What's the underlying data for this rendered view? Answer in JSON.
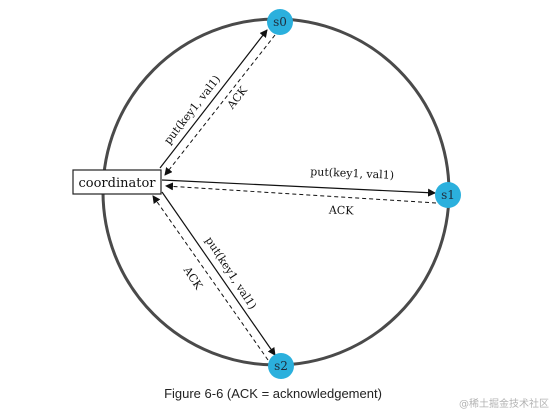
{
  "figure": {
    "coordinator_label": "coordinator",
    "nodes": [
      {
        "id": "s0",
        "label": "s0"
      },
      {
        "id": "s1",
        "label": "s1"
      },
      {
        "id": "s2",
        "label": "s2"
      }
    ],
    "edges": [
      {
        "from": "coordinator",
        "to": "s0",
        "put_label": "put(key1, val1)",
        "ack_label": "ACK"
      },
      {
        "from": "coordinator",
        "to": "s1",
        "put_label": "put(key1, val1)",
        "ack_label": "ACK"
      },
      {
        "from": "coordinator",
        "to": "s2",
        "put_label": "put(key1, val1)",
        "ack_label": "ACK"
      }
    ],
    "caption": "Figure 6-6 (ACK = acknowledgement)",
    "watermark": "@稀土掘金技术社区",
    "colors": {
      "node_fill": "#2bb0dd",
      "ring_stroke": "#4a4a4a",
      "arrow": "#111111"
    }
  }
}
